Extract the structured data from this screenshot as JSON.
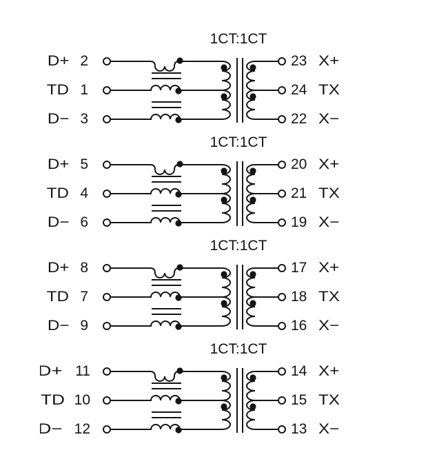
{
  "colors": {
    "line": "#141414",
    "background": "#ffffff"
  },
  "blocks": [
    {
      "ratio": "1CT:1CT",
      "left": [
        {
          "signal": "D+",
          "pin": "2"
        },
        {
          "signal": "TD",
          "pin": "1"
        },
        {
          "signal": "D−",
          "pin": "3"
        }
      ],
      "right": [
        {
          "pin": "23",
          "signal": "X+"
        },
        {
          "pin": "24",
          "signal": "TX"
        },
        {
          "pin": "22",
          "signal": "X−"
        }
      ]
    },
    {
      "ratio": "1CT:1CT",
      "left": [
        {
          "signal": "D+",
          "pin": "5"
        },
        {
          "signal": "TD",
          "pin": "4"
        },
        {
          "signal": "D−",
          "pin": "6"
        }
      ],
      "right": [
        {
          "pin": "20",
          "signal": "X+"
        },
        {
          "pin": "21",
          "signal": "TX"
        },
        {
          "pin": "19",
          "signal": "X−"
        }
      ]
    },
    {
      "ratio": "1CT:1CT",
      "left": [
        {
          "signal": "D+",
          "pin": "8"
        },
        {
          "signal": "TD",
          "pin": "7"
        },
        {
          "signal": "D−",
          "pin": "9"
        }
      ],
      "right": [
        {
          "pin": "17",
          "signal": "X+"
        },
        {
          "pin": "18",
          "signal": "TX"
        },
        {
          "pin": "16",
          "signal": "X−"
        }
      ]
    },
    {
      "ratio": "1CT:1CT",
      "left": [
        {
          "signal": "D+",
          "pin": "11"
        },
        {
          "signal": "TD",
          "pin": "10"
        },
        {
          "signal": "D−",
          "pin": "12"
        }
      ],
      "right": [
        {
          "pin": "14",
          "signal": "X+"
        },
        {
          "pin": "15",
          "signal": "TX"
        },
        {
          "pin": "13",
          "signal": "X−"
        }
      ]
    }
  ]
}
